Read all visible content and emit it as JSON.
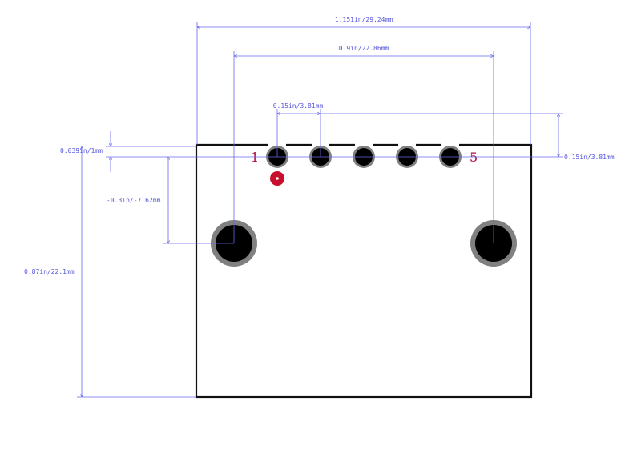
{
  "dimensions": {
    "overall_width": "1.151in/29.24mm",
    "mount_spacing": "0.9in/22.86mm",
    "pin_pitch": "0.15in/3.81mm",
    "top_offset": "0.039in/1mm",
    "mount_offset": "-0.3in/-7.62mm",
    "overall_height": "0.87in/22.1mm",
    "right_offset": "0.15in/3.81mm"
  },
  "pins": {
    "first_label": "1",
    "last_label": "5"
  },
  "colors": {
    "dimension": "#6666ee",
    "outline": "#111111",
    "pad_ring": "#808080",
    "pad_hole": "#000000",
    "pin1_marker": "#c8102e",
    "pin_label": "#b0103a"
  }
}
